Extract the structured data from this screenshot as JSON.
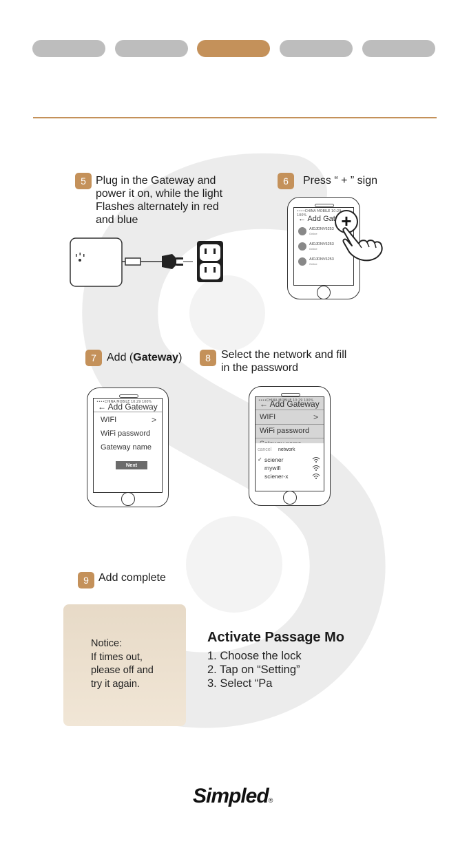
{
  "colors": {
    "accent": "#c4915a",
    "inactive": "#bdbdbd",
    "notice_bg": "#efe4d4"
  },
  "progress": {
    "total_steps": 5,
    "active_index": 3
  },
  "steps": {
    "s5": {
      "num": "5",
      "line1": "Plug in the Gateway and",
      "line2": "power it on, while the light",
      "line3": "Flashes alternately in red",
      "line4": "and blue"
    },
    "s6": {
      "num": "6",
      "text": "Press “ + ” sign"
    },
    "s7": {
      "num": "7",
      "text_pre": "Add (",
      "text_bold": "Gateway",
      "text_post": ")"
    },
    "s8": {
      "num": "8",
      "line1": "Select the network and fill",
      "line2": "in the password"
    },
    "s9": {
      "num": "9",
      "text": "Add complete"
    }
  },
  "phone6": {
    "status": "••••CHINA MOBILE  10:29  100%",
    "title": "← Add Gatewa",
    "devices": [
      {
        "name": "AIDJDNV6253",
        "status": "Online"
      },
      {
        "name": "AIDJDNV6253",
        "status": "Online"
      },
      {
        "name": "AIDJDNV6253",
        "status": "Online"
      }
    ],
    "plus": "+"
  },
  "phone7": {
    "status": "••••CHINA MOBILE  10:29  100%",
    "title": "←  Add Gateway",
    "rows": [
      "WIFI",
      "WiFi password",
      "Gateway name"
    ],
    "chevron": ">",
    "next": "Next"
  },
  "phone8": {
    "status": "••••CHINA MOBILE  10:29  100%",
    "title": "←  Add Gateway",
    "rows": [
      "WIFI",
      "WiFi password",
      "Gateway name"
    ],
    "chevron": ">",
    "cancel": "cancel",
    "network_title": "network",
    "check": "✓",
    "networks": [
      "sciener",
      "mywifi",
      "sciener-x"
    ]
  },
  "notice": {
    "line1": "Notice:",
    "line2": "If times out,",
    "line3": "please off and",
    "line4": "try it again."
  },
  "passage": {
    "title": "Activate Passage Mo",
    "line1": "1. Choose the lock",
    "line2": "2. Tap on “Setting”",
    "line3": "3. Select “Pa"
  },
  "brand": {
    "logo": "Simpled",
    "mark": "®"
  }
}
